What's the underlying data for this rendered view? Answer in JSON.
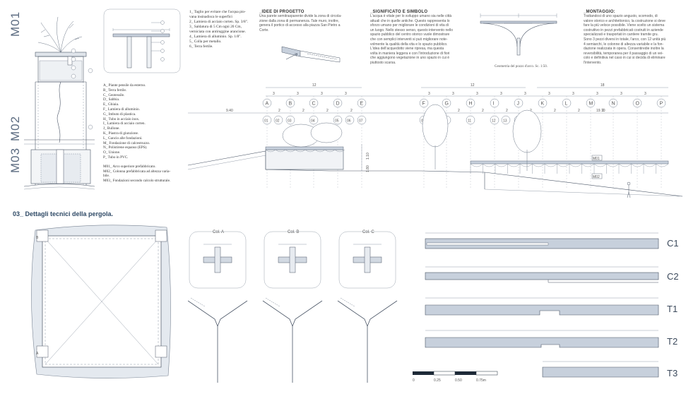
{
  "labels": {
    "m01": "M01",
    "m02": "M02",
    "m03": "M03",
    "section_title": "03_ Dettagli tecnici della pergola.",
    "col_a": "Col. A",
    "col_b": "Col. B",
    "col_c": "Col. C",
    "c1": "C1",
    "c2": "C2",
    "t1": "T1",
    "t2": "T2",
    "t3": "T3",
    "arch_caption": "Geometria del pozzo d'arco. Sc. 1:50."
  },
  "notes": [
    "1_ Taglio per evitare che l'acqua pio-",
    "vana insinadisca le superfici",
    "2_ Lamiera di acciaio corten. Sp. 3/8\".",
    "3_ Saldatura di 5 Cm ogni 20 Cm,",
    "verniciata con antiruggine arancione.",
    "4_ Lamiera di alluminio. Sp. 1/8\".",
    "5_ Colla per metallo.",
    "6_ Terra fertile."
  ],
  "ideas": {
    "heading": "_IDEE DI PROGETTO",
    "lines": [
      "Una parete semitrasparente divide la zona di circola-",
      "zione dalla zona di permanenza. Tale muro, inoltre,",
      "genera il portico di accesso alla piazza San Pietro a",
      "Corte."
    ]
  },
  "meaning": {
    "heading": "_SIGNIFICATO E SIMBOLO",
    "lines": [
      "L'acqua è vitale per lo sviluppo umano sia nelle città",
      "attuali che in quelle antiche. Questo rappresenta lo",
      "sforzo umano per migliorare le condizioni di vita di",
      "un luogo. Nello stesso senso, questo intervento nello",
      "spazio pubblico del centro storico vuole dimostrare",
      "che con semplici interventi si può migliorare note-",
      "volmente la qualità della vita e lo spazio pubblico.",
      "L'idea dell'acquedotto viene ripresa, ma questa",
      "volta in maniera leggera e con l'introduzione di fiori",
      "che aggiungono vegetazione in uno spazio in cui è",
      "piuttosto scarsa."
    ]
  },
  "assembly": {
    "heading": "_MONTAGGIO:",
    "lines": [
      "Trattandosi di uno spazio angusto, scomodo, di",
      "valore storico e architettonico, la costruzione si deve",
      "fare la più veloce possibile. Viene scelto un sistema",
      "costruttivo in pezzi prefabbricati costruiti in aziende",
      "specializzati e trasportati in cantiere tramite gru.",
      "Sono 3 pezzi diversi in totale, l'arco, con 12 unità più",
      "4 semiarchi, le colonne di altezza variabile e la fon-",
      "dazione realizzata in opera. Consentiredie inoltre la",
      "reversibilità, temporanea per il passaggio di un vei-",
      "colo e definitiva nel caso in cui si decida di eliminare",
      "l'intervento."
    ]
  },
  "legend": [
    "A_ Piante pensile da esterno.",
    "B_ Terra fertile.",
    "C_ Geotessile.",
    "D_ Sabbia.",
    "E_ Ghiaia.",
    "F_ Lamiera di alluminio.",
    "G_ Imbuto di plastica.",
    "H_ Tubo in acciaio inox.",
    "I_ Lamiera di acciaio corten.",
    "J_ Bullone.",
    "K_ Piastra di giunzione.",
    "L_ Gancio alle fondazioni.",
    "M_ Fondazione di calcestruzzo.",
    "N_ Polistirene espanso (EPS).",
    "O_ Unione.",
    "P_ Tubo in PVC."
  ],
  "modules": [
    "M01_ Arco superiore prefabbricato.",
    "M02_ Colonna prefabbricata ad altezza varia-",
    "bile.",
    "M03_ Fondazioni secondo calcolo strutturale."
  ],
  "elevation": {
    "letters": [
      "A",
      "B",
      "C",
      "D",
      "E",
      "F",
      "G",
      "H",
      "I",
      "J",
      "K",
      "L",
      "M",
      "N",
      "O",
      "P"
    ],
    "numbers": [
      "01",
      "02",
      "03",
      "04",
      "05",
      "06",
      "07",
      "08",
      "09",
      "10",
      "11",
      "12",
      "13",
      "14"
    ],
    "dims_top": [
      "12",
      "12",
      "18"
    ],
    "dims_spans": [
      "3",
      "3",
      "3",
      "3",
      "3",
      "3",
      "3",
      "3",
      "3",
      "3",
      "3",
      "3",
      "3",
      "3"
    ],
    "dims_sub": [
      "2",
      "2",
      "2",
      "2",
      "2",
      "2",
      "2",
      "2",
      "2",
      "2",
      "2",
      "2"
    ],
    "level_left": "9.40",
    "level_right": "19.70",
    "height_a": "1.10",
    "height_b": "1.80",
    "tag_m01": "M01",
    "tag_m02": "M02"
  },
  "scale": [
    "0",
    "0.25",
    "0.50",
    "0.75m"
  ],
  "plan_tags": [
    "B",
    "A"
  ]
}
